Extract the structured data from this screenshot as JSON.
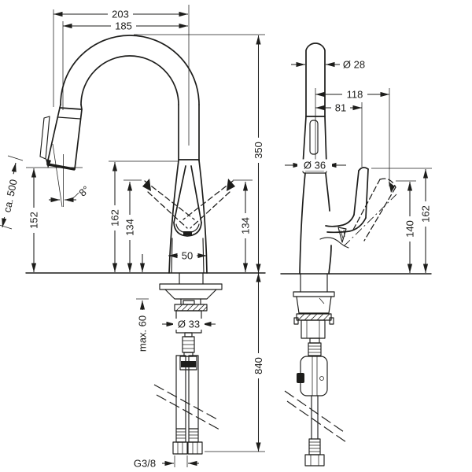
{
  "style": {
    "line_color": "#1d1d1b",
    "background_color": "#ffffff",
    "text_color": "#1d1d1b"
  },
  "dimensions": {
    "front_view": {
      "spout_width_outer": "203",
      "spout_width_inner": "185",
      "pullout_hose_extension": "ca. 500",
      "spray_head_height": "152",
      "spray_head_angle": "8°",
      "body_top_height": "162",
      "handle_swing_height_left": "134",
      "handle_swing_height_right": "134",
      "base_width": "50",
      "total_height": "350",
      "hose_length_below_deck": "840",
      "max_counter_thickness": "max. 60",
      "shank_diameter": "Ø 33",
      "supply_connection_thread": "G3/8"
    },
    "side_view": {
      "spout_diameter": "Ø 28",
      "handle_reach_open": "118",
      "handle_reach_closed": "81",
      "spray_head_diameter": "Ø 36",
      "handle_height_closed": "140",
      "handle_height_open": "162"
    }
  }
}
